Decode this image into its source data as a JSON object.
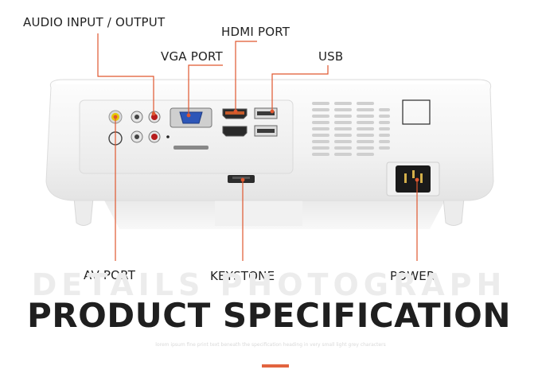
{
  "callouts": {
    "audio": "AUDIO INPUT / OUTPUT",
    "hdmi": "HDMI PORT",
    "vga": "VGA PORT",
    "usb": "USB",
    "av": "AV PORT",
    "keystone": "KEYSTONE",
    "power": "POWER"
  },
  "heading": {
    "ghost": "DETAILS PHOTOGRAPH",
    "title": "PRODUCT SPECIFICATION",
    "fine_print": "lorem ipsum fine print text beneath the specification heading in very small light grey characters"
  },
  "colors": {
    "leader_line": "#e0572f",
    "accent_dash": "#e2643f",
    "body": "#f4f4f4"
  }
}
